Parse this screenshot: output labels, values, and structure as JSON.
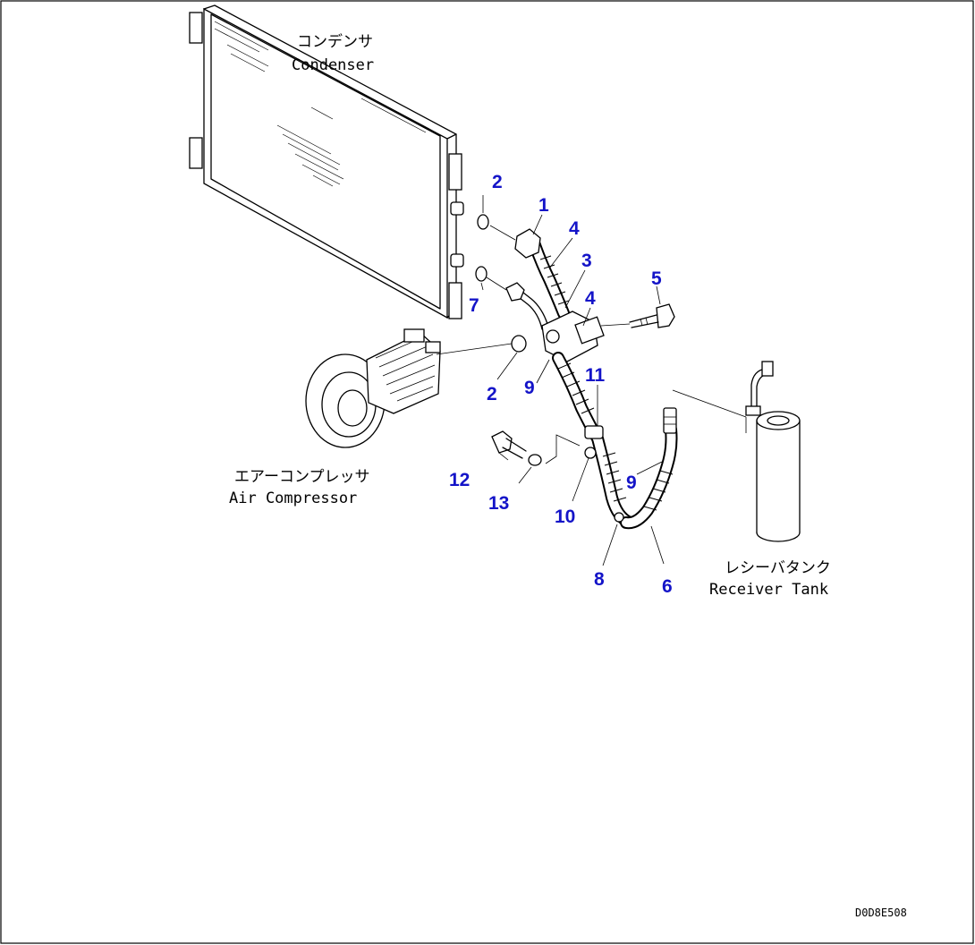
{
  "labels": {
    "condenser_jp": "コンデンサ",
    "condenser_en": "Condenser",
    "compressor_jp": "エアーコンプレッサ",
    "compressor_en": "Air Compressor",
    "receiver_jp": "レシーバタンク",
    "receiver_en": "Receiver Tank"
  },
  "callouts": {
    "c1": "1",
    "c2a": "2",
    "c2b": "2",
    "c3": "3",
    "c4a": "4",
    "c4b": "4",
    "c5": "5",
    "c6": "6",
    "c7": "7",
    "c8": "8",
    "c9a": "9",
    "c9b": "9",
    "c10": "10",
    "c11": "11",
    "c12": "12",
    "c13": "13"
  },
  "drawing_code": "D0D8E508",
  "colors": {
    "callout": "#1414c8",
    "line": "#000000",
    "background": "#ffffff"
  }
}
